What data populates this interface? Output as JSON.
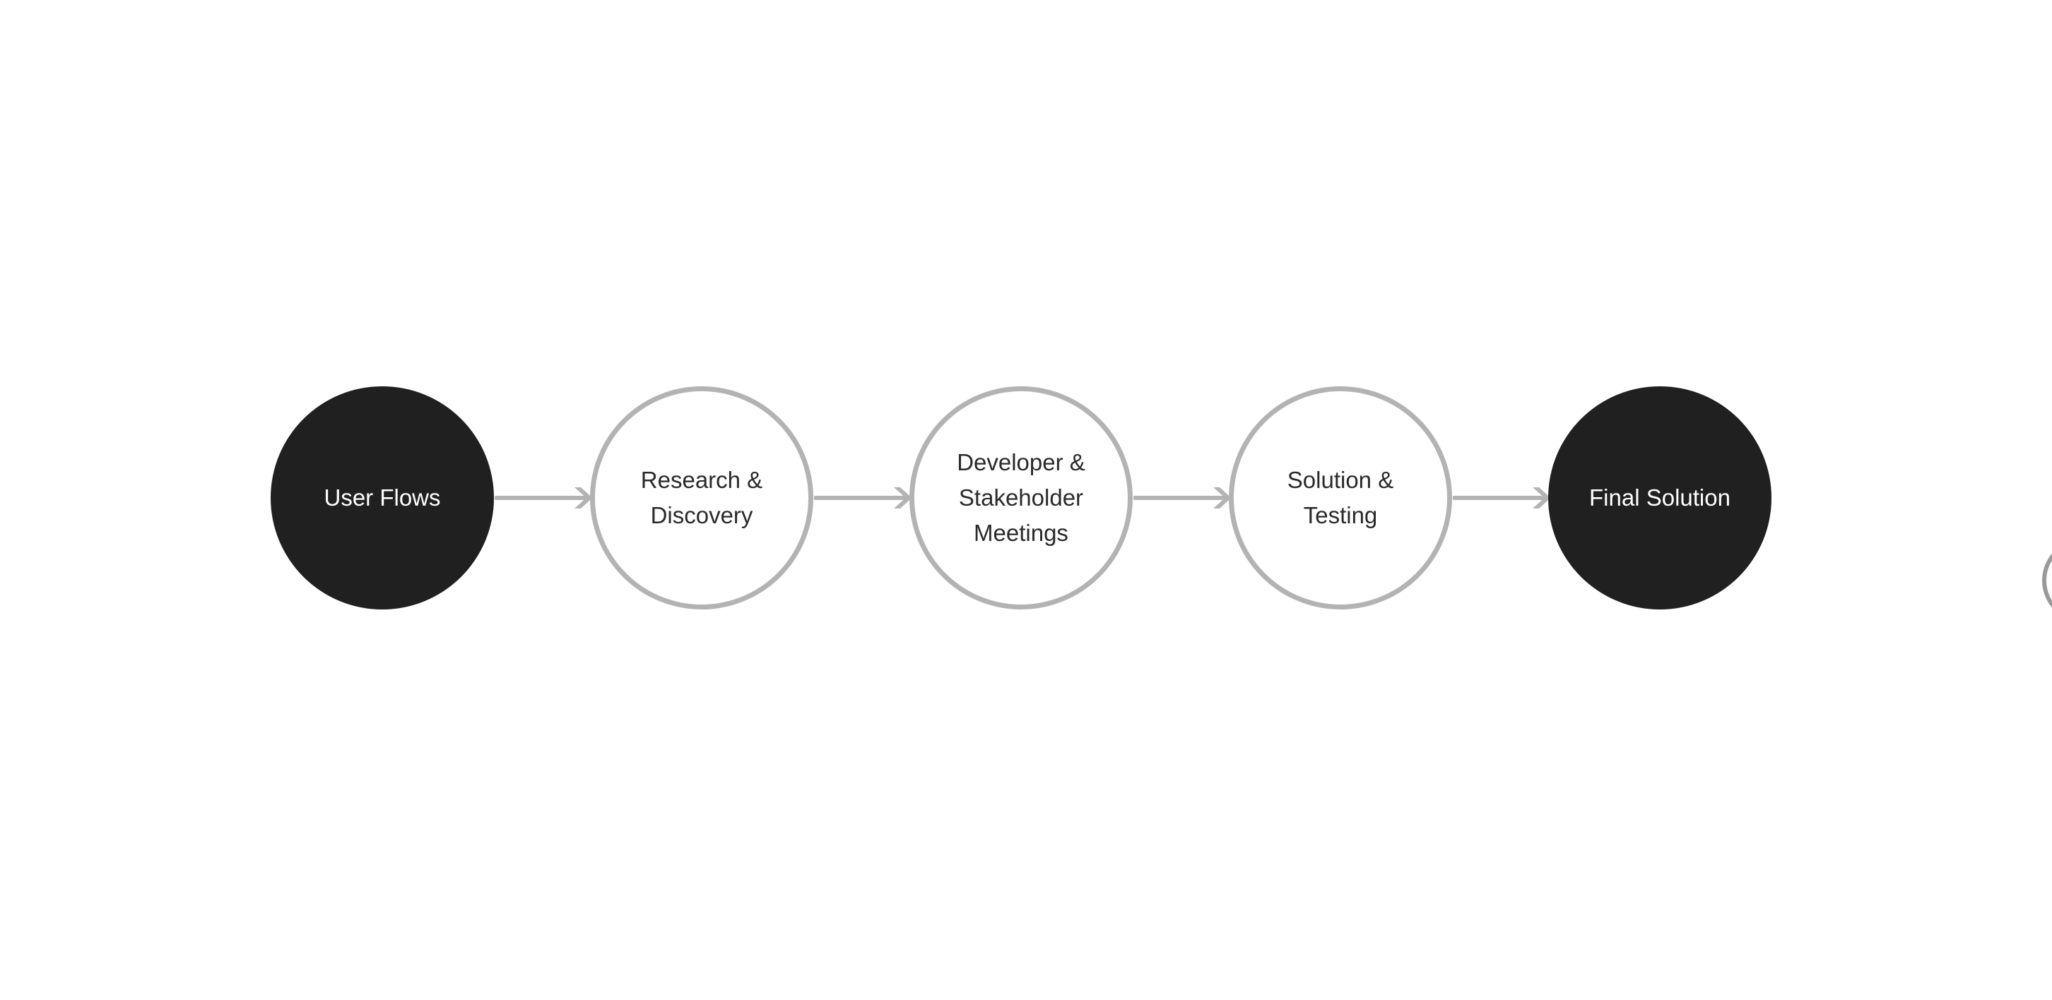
{
  "diagram": {
    "nodes": [
      {
        "id": "user-flows",
        "label": "User Flows",
        "style": "filled"
      },
      {
        "id": "research-discovery",
        "label": "Research &\nDiscovery",
        "style": "outline"
      },
      {
        "id": "developer-stakeholder-meetings",
        "label": "Developer &\nStakeholder\nMeetings",
        "style": "outline"
      },
      {
        "id": "solution-testing",
        "label": "Solution &\nTesting",
        "style": "outline"
      },
      {
        "id": "final-solution",
        "label": "Final Solution",
        "style": "filled"
      }
    ],
    "edges": [
      {
        "from": "user-flows",
        "to": "research-discovery"
      },
      {
        "from": "research-discovery",
        "to": "developer-stakeholder-meetings"
      },
      {
        "from": "developer-stakeholder-meetings",
        "to": "solution-testing"
      },
      {
        "from": "solution-testing",
        "to": "final-solution"
      }
    ],
    "colors": {
      "filled_node": "#202020",
      "outline_stroke": "#b3b3b3",
      "arrow": "#b3b3b3",
      "filled_text": "#ffffff",
      "outline_text": "#2a2a2a"
    }
  }
}
